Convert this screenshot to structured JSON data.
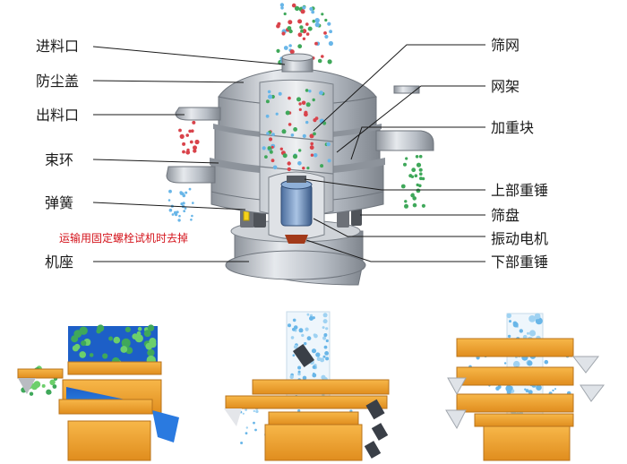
{
  "labels_left": [
    "进料口",
    "防尘盖",
    "出料口",
    "束环",
    "弹簧",
    "机座"
  ],
  "labels_right": [
    "筛网",
    "网架",
    "加重块",
    "上部重锤",
    "筛盘",
    "振动电机",
    "下部重锤"
  ],
  "warning": "运输用固定螺栓试机时去掉",
  "colors": {
    "steel": "#b9bec6",
    "steel_dark": "#8f959e",
    "orange": "#f2a12e",
    "orange_dark": "#c9791a",
    "blue": "#2a6fd6",
    "particle_red": "#d9434b",
    "particle_green": "#3fa85a",
    "particle_blue": "#69b6e8",
    "warning": "#d4131b"
  }
}
